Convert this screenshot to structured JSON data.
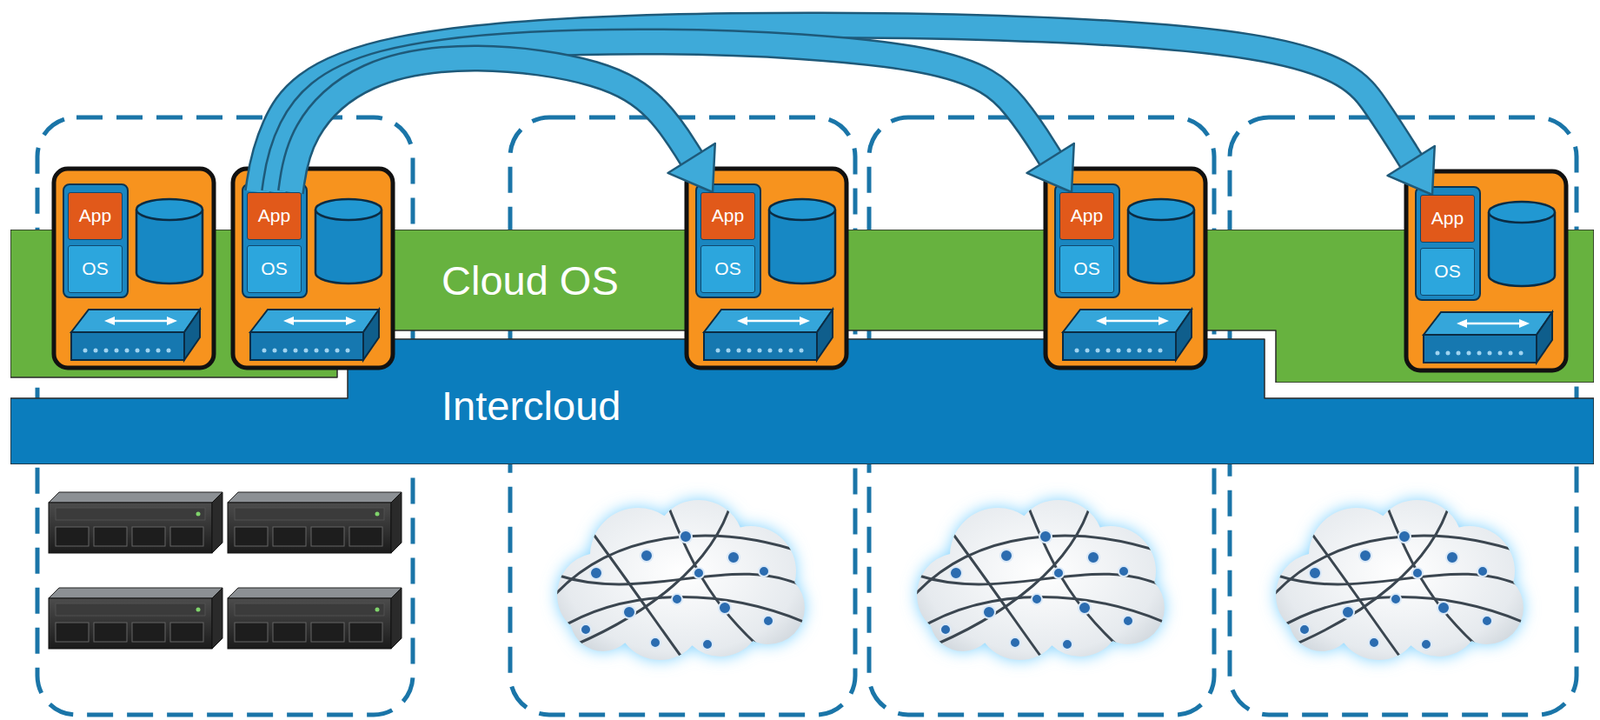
{
  "diagram": {
    "nodes": [
      {
        "text": [
          "App"
        ]
      },
      {
        "text": [
          "OS"
        ]
      },
      {
        "text": [
          "App"
        ]
      },
      {
        "text": [
          "OS"
        ]
      },
      {
        "text": [
          "App"
        ]
      },
      {
        "text": [
          "OS"
        ]
      },
      {
        "text": [
          "App"
        ]
      },
      {
        "text": [
          "OS"
        ]
      },
      {
        "text": [
          "App"
        ]
      },
      {
        "text": [
          "OS"
        ]
      },
      {
        "text": [
          "Cloud OS"
        ]
      },
      {
        "text": [
          "Intercloud"
        ]
      }
    ],
    "edges": [
      {
        "from": 2,
        "to": 4,
        "arrow": "to"
      },
      {
        "from": 2,
        "to": 6,
        "arrow": "to"
      },
      {
        "from": 2,
        "to": 8,
        "arrow": "to"
      }
    ]
  }
}
